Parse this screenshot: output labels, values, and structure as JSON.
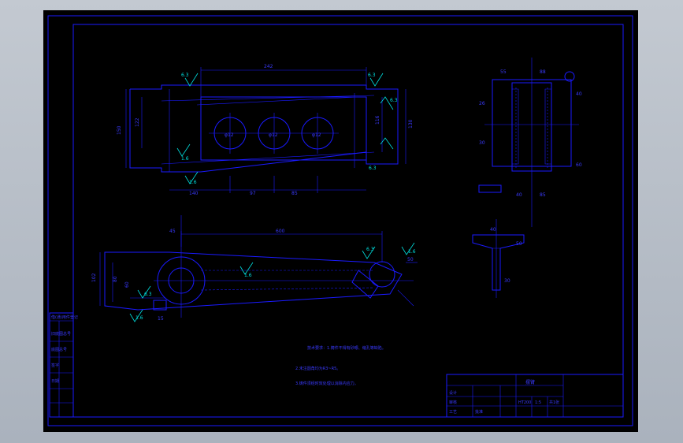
{
  "drawing": {
    "top_view": {
      "dims": {
        "top_width": "242",
        "bottom_a": "140",
        "bottom_b": "97",
        "bottom_c": "85",
        "left_a": "150",
        "left_b": "122",
        "right_a": "116",
        "right_b": "130",
        "holes": [
          "φ12",
          "φ12",
          "φ12"
        ]
      },
      "roughness": [
        "6.3",
        "6.3",
        "6.3",
        "1.6",
        "6.3",
        "1.6"
      ]
    },
    "arm_view": {
      "dims": {
        "length": "600",
        "left": "45",
        "ht_a": "102",
        "ht_b": "80",
        "ht_c": "60",
        "small": "15",
        "right": "50"
      },
      "roughness": [
        "6.3",
        "1.6",
        "6.3",
        "1.6",
        "1.6"
      ]
    },
    "section_view": {
      "dims": [
        "55",
        "88",
        "26",
        "40",
        "30",
        "60",
        "40",
        "85"
      ]
    },
    "detail_view": {
      "dims": [
        "40",
        "50",
        "30"
      ]
    },
    "notes": [
      "技术要求：1.铸件不得有砂眼、缩孔等缺陷。",
      "2.未注圆角均为R3~R5。",
      "3.铸件须经时效处理以消除内应力。"
    ],
    "title_block": {
      "part_name": "摆臂",
      "material": "HT200",
      "scale": "1:5",
      "sheet": "共1张",
      "rows": [
        "设计",
        "审核",
        "工艺",
        "批准"
      ],
      "left_strip": [
        "借(通)用件登记",
        "旧底图总号",
        "底图总号",
        "签字",
        "日期"
      ]
    }
  }
}
